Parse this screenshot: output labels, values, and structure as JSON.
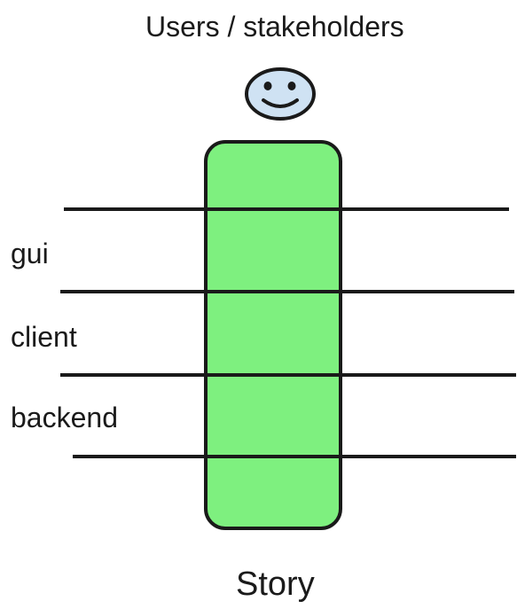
{
  "diagram": {
    "title": "Users / stakeholders",
    "actor_icon": "smiley-face-icon",
    "layers": [
      {
        "label": "gui"
      },
      {
        "label": "client"
      },
      {
        "label": "backend"
      }
    ],
    "caption": "Story",
    "colors": {
      "story_fill": "#7ef07f",
      "story_stroke": "#1a1a1a",
      "face_fill": "#cfe2f3",
      "line": "#1a1a1a",
      "background": "#ffffff"
    }
  }
}
